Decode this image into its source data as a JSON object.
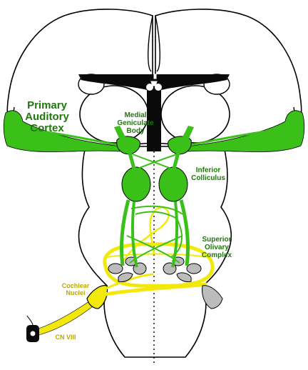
{
  "labels": {
    "primary_auditory_cortex": [
      "Primary",
      "Auditory",
      "Cortex"
    ],
    "medial_geniculate_body": [
      "Medial",
      "Geniculate",
      "Body"
    ],
    "inferior_colliculus": [
      "Inferior",
      "Colliculus"
    ],
    "superior_olivary_complex": [
      "Superior",
      "Olivary",
      "Complex"
    ],
    "cochlear_nuclei": [
      "Cochlear",
      "Nuclei"
    ],
    "cn_viii": "CN VIII"
  },
  "colors": {
    "pathway_green": "#3bc01a",
    "dark_green_text": "#1d7a0a",
    "pathway_yellow": "#f2e90a",
    "yellow_text": "#b8a800",
    "nucleus_gray": "#bcbcbc",
    "ventricle_black": "#0a0a0a",
    "outline": "#000000"
  }
}
